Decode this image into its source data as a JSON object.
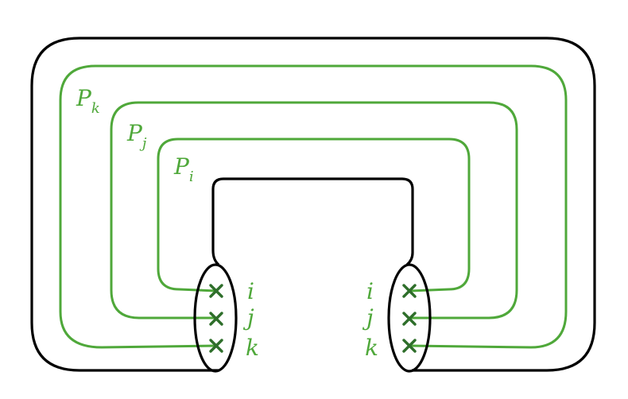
{
  "colors": {
    "black_stroke": "#000000",
    "path_green": "#4fa83a",
    "mark_green": "#2e6e2a"
  },
  "paths": [
    {
      "id": "pk",
      "name": "P",
      "sub": "k"
    },
    {
      "id": "pj",
      "name": "P",
      "sub": "j"
    },
    {
      "id": "pi",
      "name": "P",
      "sub": "i"
    }
  ],
  "left_boundary": {
    "labels": [
      "i",
      "j",
      "k"
    ]
  },
  "right_boundary": {
    "labels": [
      "i",
      "j",
      "k"
    ]
  }
}
